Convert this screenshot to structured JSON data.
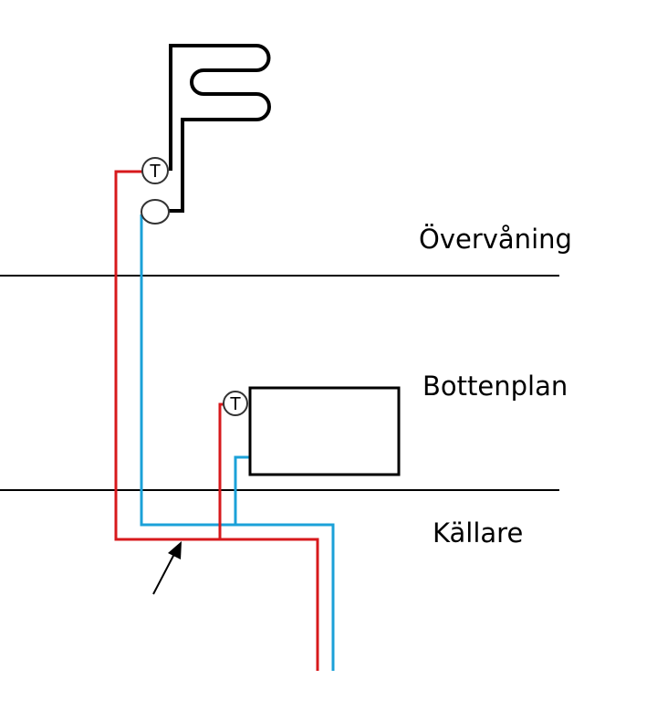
{
  "diagram": {
    "type": "heating-pipe-schematic",
    "floors": [
      {
        "id": "upper",
        "label": "Övervåning"
      },
      {
        "id": "ground",
        "label": "Bottenplan"
      },
      {
        "id": "basement",
        "label": "Källare"
      }
    ],
    "components": {
      "towel_rail": {
        "name": "towel-radiator",
        "floor": "upper"
      },
      "radiator": {
        "name": "panel-radiator",
        "floor": "ground"
      },
      "thermostat_valve_label": "T"
    },
    "colors": {
      "supply_pipe": "#d7191c",
      "return_pipe": "#1ba1d8",
      "outline": "#000000"
    },
    "annotations": [
      {
        "type": "arrow",
        "points_to": "supply-pipe-basement-segment"
      }
    ]
  }
}
